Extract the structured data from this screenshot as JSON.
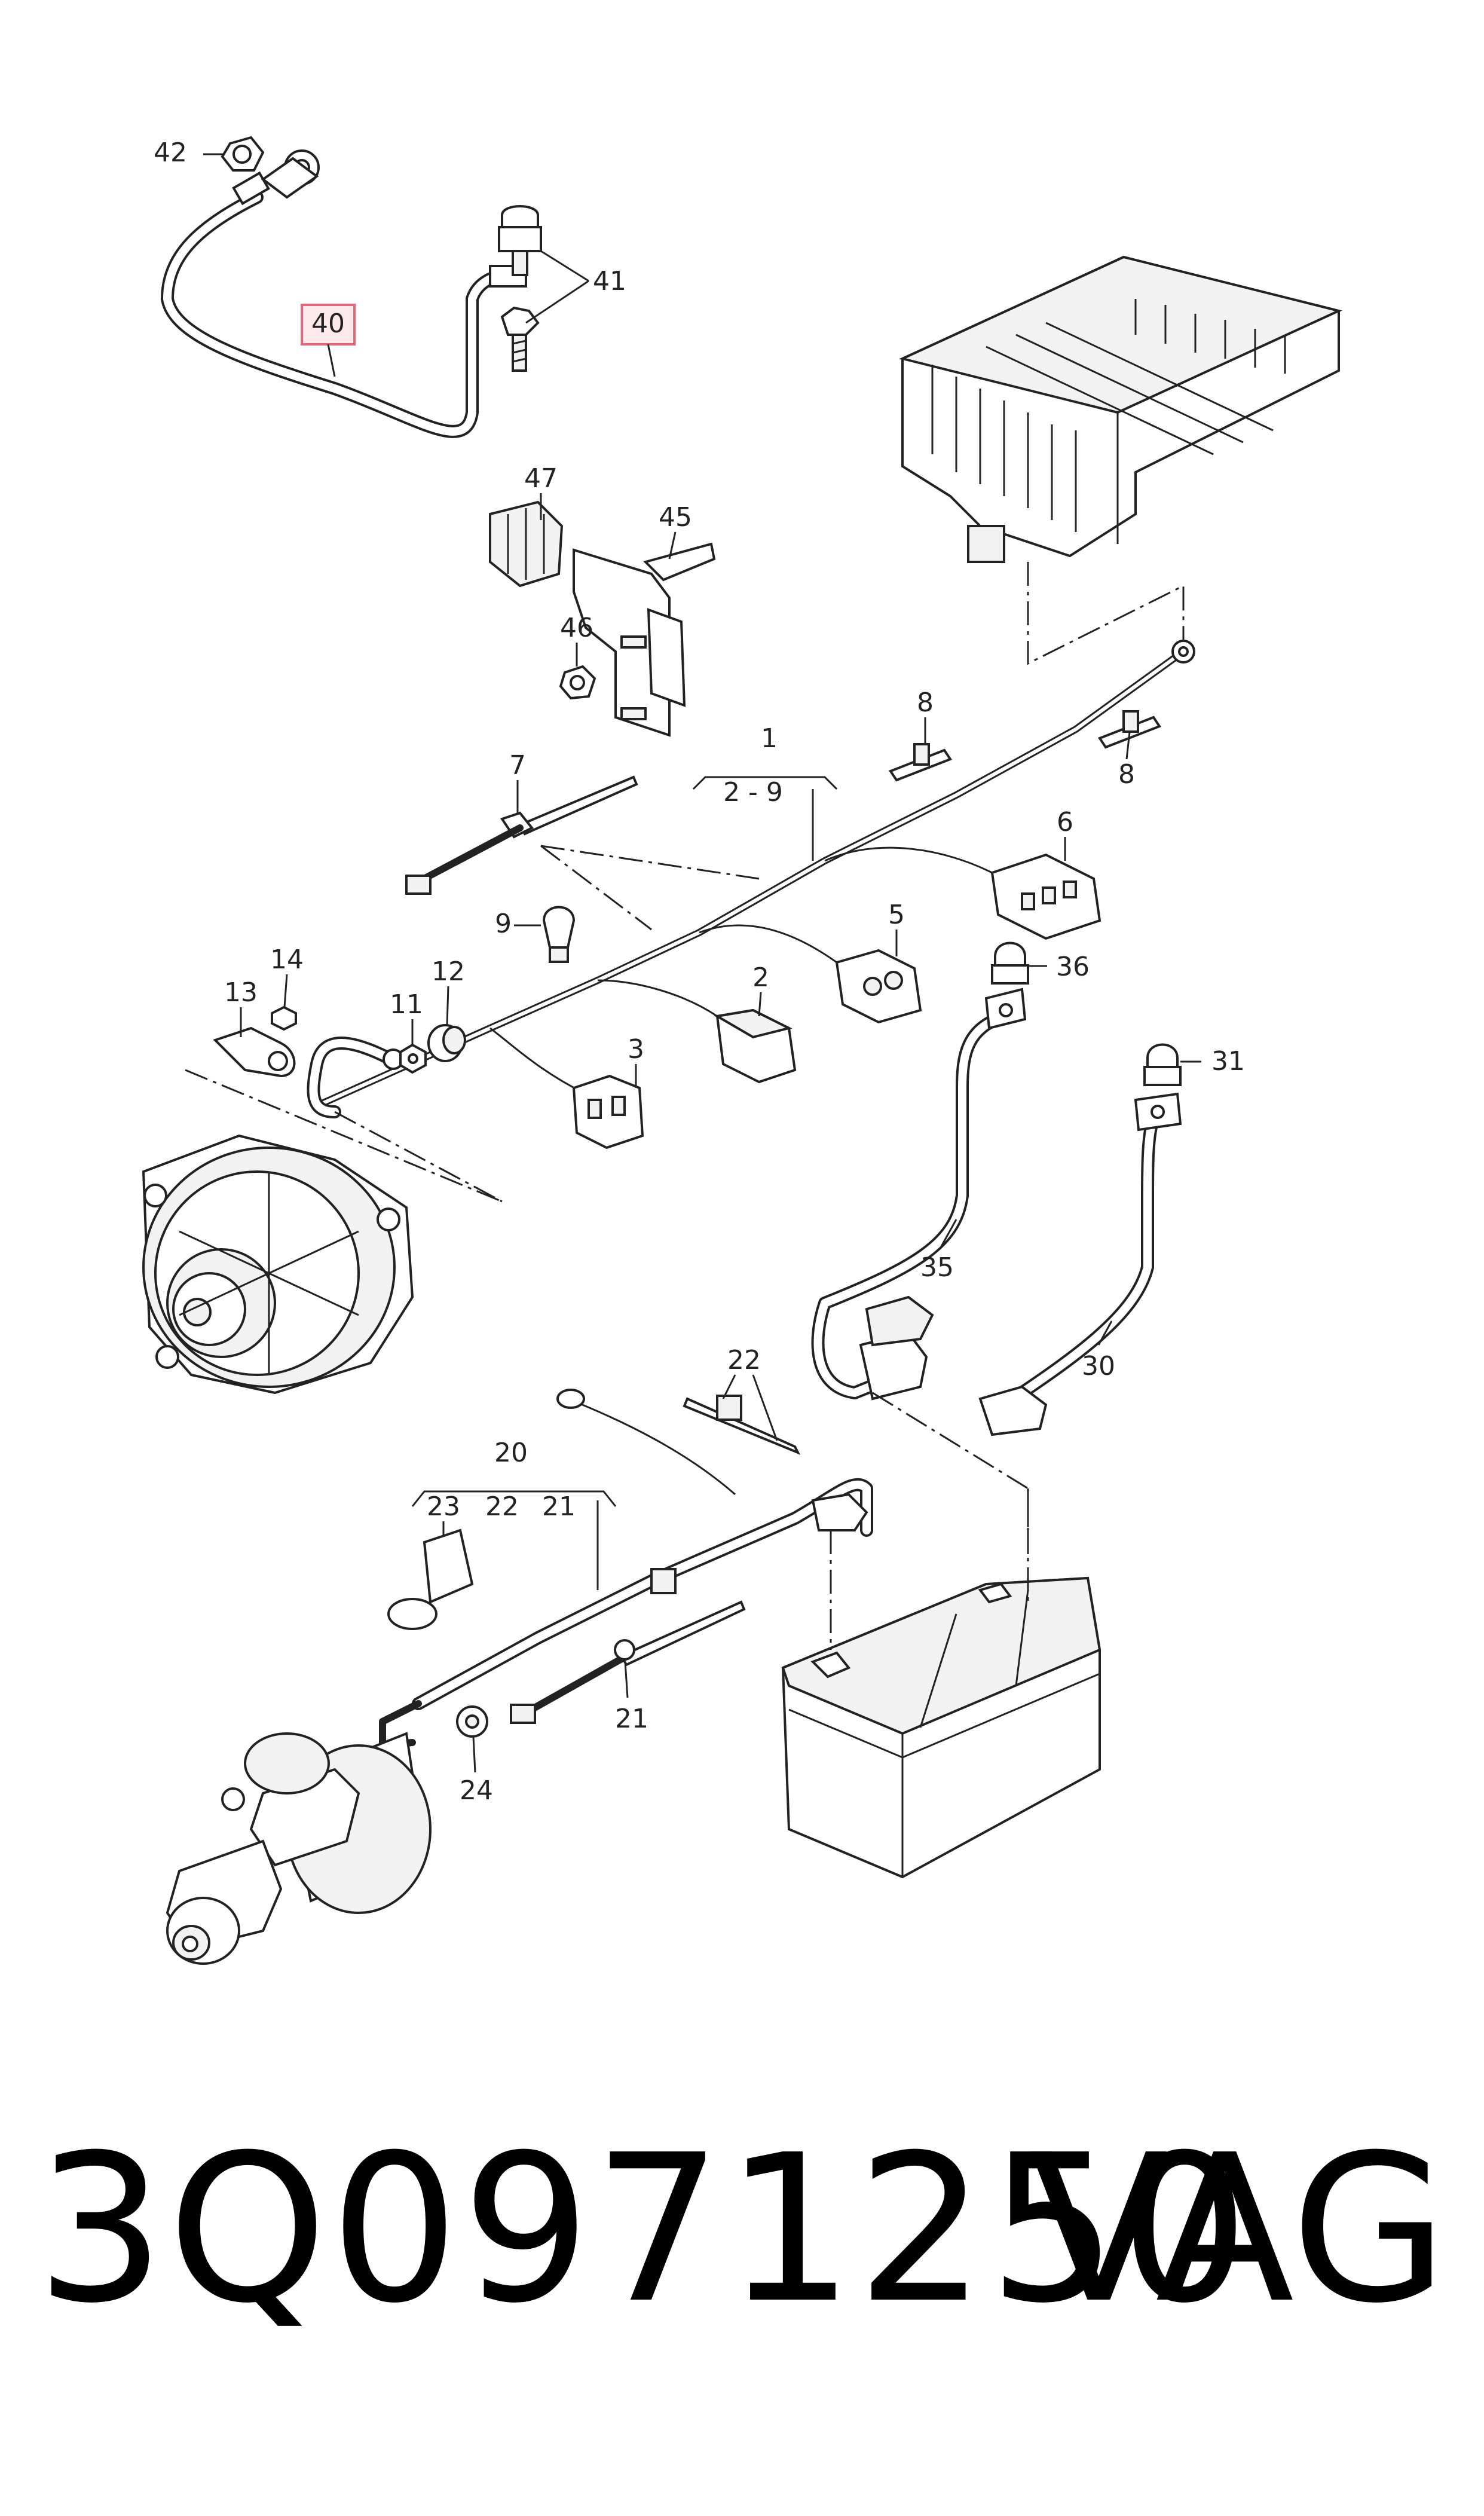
{
  "footer": {
    "part_number": "3Q0971250",
    "maker": "VAG"
  },
  "highlighted_callout": "40",
  "callouts": {
    "c1": "1",
    "c1_range": "2 - 9",
    "c2": "2",
    "c3": "3",
    "c5": "5",
    "c6": "6",
    "c7": "7",
    "c8a": "8",
    "c8b": "8",
    "c9": "9",
    "c11": "11",
    "c12": "12",
    "c13": "13",
    "c14": "14",
    "c20": "20",
    "c20_23": "23",
    "c20_22": "22",
    "c20_21": "21",
    "c21": "21",
    "c22": "22",
    "c24": "24",
    "c30": "30",
    "c31": "31",
    "c35": "35",
    "c36": "36",
    "c40": "40",
    "c41": "41",
    "c42": "42",
    "c45": "45",
    "c46": "46",
    "c47": "47"
  }
}
